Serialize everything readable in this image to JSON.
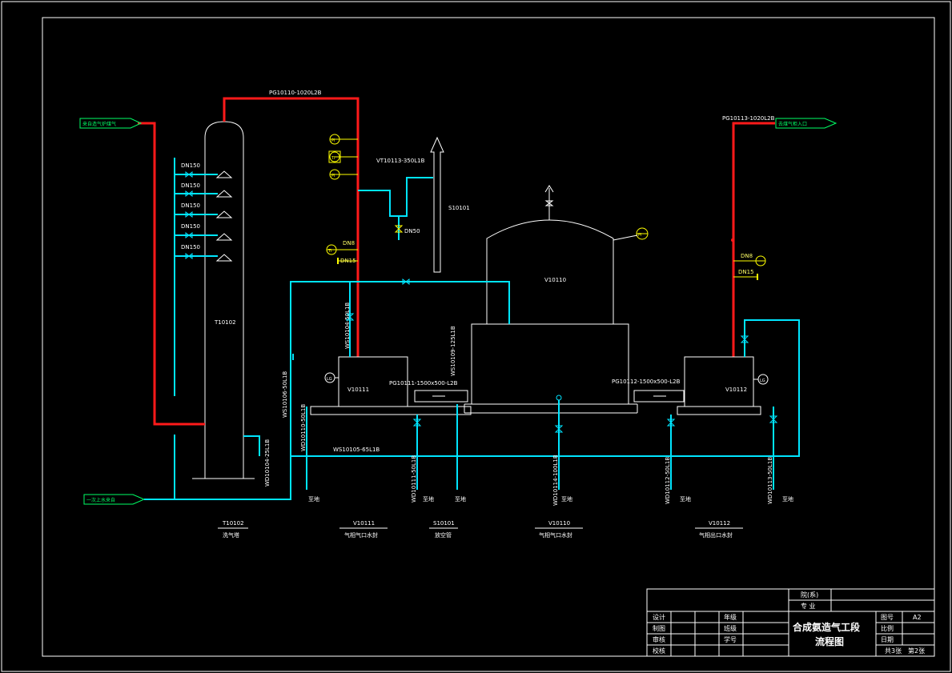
{
  "drawing": {
    "equipment": {
      "t10102": {
        "tag": "T10102",
        "name": "T10102",
        "caption_name": "洗气塔"
      },
      "v10111": {
        "tag": "V10111",
        "caption_name": "气相气口水封"
      },
      "s10101": {
        "tag": "S10101",
        "caption_name": "放空管"
      },
      "v10110": {
        "tag": "V10110",
        "caption_name": "气相气口水封"
      },
      "v10112": {
        "tag": "V10112",
        "caption_name": "气相出口水封"
      }
    },
    "nozzles": [
      "DN150",
      "DN150",
      "DN150",
      "DN150",
      "DN150"
    ],
    "lines": {
      "pg10110": "PG10110-1020L2B",
      "pg10113": "PG10113-1020L2B",
      "vt10113": "VT10113-350L1B",
      "pg10111": "PG10111-1500x500-L2B",
      "pg10112": "PG10112-1500x500-L2B",
      "ws10104": "WS10104-50L1B",
      "ws10109": "WS10109-125L1B",
      "ws10105": "WS10105-65L1B",
      "ws10106": "WS10106-50L1B",
      "wd10104": "WD10104-25L1B",
      "wd10110": "WD10110-50L1B",
      "wd10111": "WD10111-50L1B",
      "wd10114": "WD10114-100L1B",
      "wd10112": "WD10112-50L1B",
      "wd10113": "WD10113-50L1B"
    },
    "valves": {
      "dn50": "DN50",
      "dn8a": "DN8",
      "dn15a": "DN15",
      "dn8b": "DN8",
      "dn15b": "DN15"
    },
    "arrows": {
      "in_gas": "来自造气炉煤气",
      "out_gas": "去煤气柜入口",
      "in_water": "一次上水来自"
    },
    "drain_label": "至地",
    "instruments": {
      "pi": "PI",
      "ti": "TI",
      "pi2": "PI",
      "ti2": "TI",
      "pi3": "PI",
      "lg1": "LG",
      "lg2": "LG"
    }
  },
  "title_block": {
    "school": "院(系)",
    "major": "专 业",
    "design": "设计",
    "draw": "制图",
    "review": "审核",
    "check": "校核",
    "grade": "年级",
    "class": "班级",
    "student_no": "学号",
    "title_line1": "合成氨造气工段",
    "title_line2": "流程图",
    "drawing_no_label": "图号",
    "drawing_no": "A2",
    "scale_label": "比例",
    "date_label": "日期",
    "sheets": "共3张",
    "sheet": "第2张"
  },
  "colors": {
    "gas": "#ff1a1a",
    "water": "#00e5ff",
    "equipment": "#ffffff",
    "tag": "#00ff66",
    "instrument": "#ffff00"
  }
}
